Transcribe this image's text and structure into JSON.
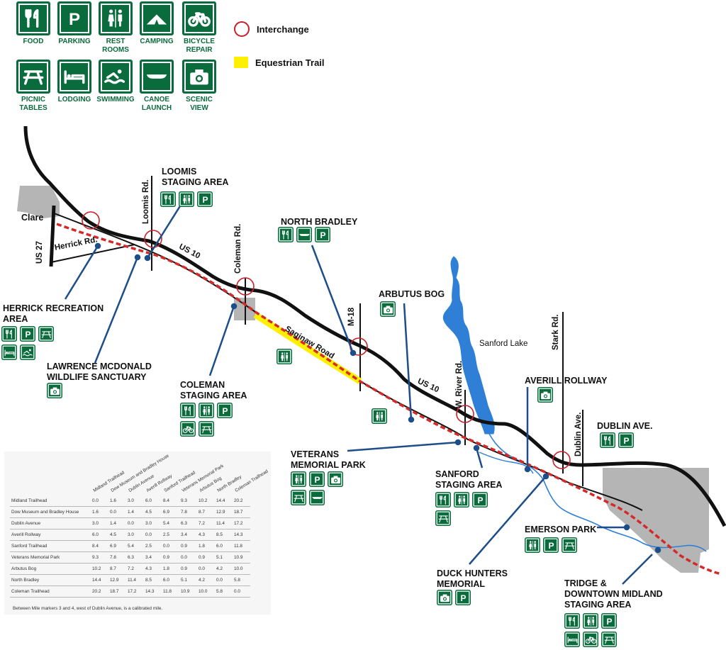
{
  "legend": {
    "items": [
      {
        "icon": "food-icon",
        "label": [
          "FOOD"
        ]
      },
      {
        "icon": "parking-icon",
        "label": [
          "PARKING"
        ]
      },
      {
        "icon": "restrooms-icon",
        "label": [
          "REST",
          "ROOMS"
        ]
      },
      {
        "icon": "camping-icon",
        "label": [
          "CAMPING"
        ]
      },
      {
        "icon": "bicycle-repair-icon",
        "label": [
          "BICYCLE",
          "REPAIR"
        ]
      },
      {
        "icon": "picnic-tables-icon",
        "label": [
          "PICNIC",
          "TABLES"
        ]
      },
      {
        "icon": "lodging-icon",
        "label": [
          "LODGING"
        ]
      },
      {
        "icon": "swimming-icon",
        "label": [
          "SWIMMING"
        ]
      },
      {
        "icon": "canoe-launch-icon",
        "label": [
          "CANOE",
          "LAUNCH"
        ]
      },
      {
        "icon": "scenic-view-icon",
        "label": [
          "SCENIC",
          "VIEW"
        ]
      }
    ],
    "interchange": "Interchange",
    "equestrian": "Equestrian Trail"
  },
  "colors": {
    "sign_green": "#0a6b3c",
    "trail_red": "#d42a2a",
    "interchange_red": "#c8202a",
    "equestrian_yellow": "#ffef00",
    "water_blue": "#2f7fd6",
    "town_gray": "#b5b5b5"
  },
  "towns": {
    "clare": "Clare"
  },
  "roads": {
    "us27": "US 27",
    "herrick": "Herrick Rd.",
    "loomis": "Loomis Rd.",
    "us10_a": "US 10",
    "coleman": "Coleman Rd.",
    "saginaw": "Saginaw Road",
    "m18": "M-18",
    "us10_b": "US 10",
    "wriver": "W. River Rd.",
    "stark": "Stark Rd.",
    "dublin": "Dublin Ave.",
    "sanford_lake": "Sanford Lake"
  },
  "places": {
    "loomis": {
      "lines": [
        "LOOMIS",
        "STAGING AREA"
      ],
      "icons": [
        "food-icon",
        "restrooms-icon",
        "parking-icon"
      ]
    },
    "north_bradley": {
      "lines": [
        "NORTH BRADLEY"
      ],
      "icons": [
        "food-icon",
        "canoe-launch-icon",
        "parking-icon"
      ]
    },
    "arbutus": {
      "lines": [
        "ARBUTUS BOG"
      ],
      "icons": [
        "scenic-view-icon"
      ]
    },
    "herrick": {
      "lines": [
        "HERRICK RECREATION",
        "AREA"
      ],
      "icons": [
        "food-icon",
        "parking-icon",
        "picnic-tables-icon",
        "lodging-icon",
        "swimming-icon"
      ]
    },
    "mcdonald": {
      "lines": [
        "LAWRENCE MCDONALD",
        "WILDLIFE SANCTUARY"
      ],
      "icons": [
        "scenic-view-icon"
      ]
    },
    "coleman": {
      "lines": [
        "COLEMAN",
        "STAGING AREA"
      ],
      "icons": [
        "food-icon",
        "restrooms-icon",
        "parking-icon",
        "bicycle-repair-icon",
        "picnic-tables-icon"
      ]
    },
    "veterans": {
      "lines": [
        "VETERANS",
        "MEMORIAL PARK"
      ],
      "icons": [
        "restrooms-icon",
        "parking-icon",
        "scenic-view-icon",
        "picnic-tables-icon",
        "canoe-launch-icon"
      ]
    },
    "sanford": {
      "lines": [
        "SANFORD",
        "STAGING AREA"
      ],
      "icons": [
        "food-icon",
        "restrooms-icon",
        "parking-icon",
        "picnic-tables-icon"
      ]
    },
    "averill": {
      "lines": [
        "AVERILL ROLLWAY"
      ],
      "icons": [
        "scenic-view-icon"
      ]
    },
    "dublin": {
      "lines": [
        "DUBLIN AVE."
      ],
      "icons": [
        "food-icon",
        "parking-icon"
      ]
    },
    "emerson": {
      "lines": [
        "EMERSON PARK"
      ],
      "icons": [
        "restrooms-icon",
        "parking-icon",
        "picnic-tables-icon"
      ]
    },
    "duck": {
      "lines": [
        "DUCK HUNTERS",
        "MEMORIAL"
      ],
      "icons": [
        "scenic-view-icon",
        "parking-icon"
      ]
    },
    "tridge": {
      "lines": [
        "TRIDGE &",
        "DOWNTOWN MIDLAND",
        "STAGING AREA"
      ],
      "icons": [
        "food-icon",
        "restrooms-icon",
        "parking-icon",
        "lodging-icon",
        "bicycle-repair-icon",
        "picnic-tables-icon"
      ]
    },
    "saginaw_rest": {
      "icons": [
        "restrooms-icon"
      ]
    },
    "usten_rest": {
      "icons": [
        "restrooms-icon"
      ]
    }
  },
  "distance_table": {
    "columns": [
      "Midland Trailhead",
      "Dow Museum and Bradley House",
      "Dublin Avenue",
      "Averill Rollway",
      "Sanford Trailhead",
      "Veterans Memorial Park",
      "Arbutus Bog",
      "North Bradley",
      "Coleman Trailhead"
    ],
    "rows": [
      {
        "name": "Midland Trailhead",
        "values": [
          "0.0",
          "1.6",
          "3.0",
          "6.0",
          "8.4",
          "9.3",
          "10.2",
          "14.4",
          "20.2"
        ]
      },
      {
        "name": "Dow Museum and Bradley House",
        "values": [
          "1.6",
          "0.0",
          "1.4",
          "4.5",
          "6.9",
          "7.8",
          "8.7",
          "12.9",
          "18.7"
        ]
      },
      {
        "name": "Dublin Avenue",
        "values": [
          "3.0",
          "1.4",
          "0.0",
          "3.0",
          "5.4",
          "6.3",
          "7.2",
          "11.4",
          "17.2"
        ]
      },
      {
        "name": "Averill Rollway",
        "values": [
          "6.0",
          "4.5",
          "3.0",
          "0.0",
          "2.5",
          "3.4",
          "4.3",
          "8.5",
          "14.3"
        ]
      },
      {
        "name": "Sanford Trailhead",
        "values": [
          "8.4",
          "6.9",
          "5.4",
          "2.5",
          "0.0",
          "0.9",
          "1.8",
          "6.0",
          "11.8"
        ]
      },
      {
        "name": "Veterans Memorial Park",
        "values": [
          "9.3",
          "7.8",
          "6.3",
          "3.4",
          "0.9",
          "0.0",
          "0.9",
          "5.1",
          "10.9"
        ]
      },
      {
        "name": "Arbutus Bog",
        "values": [
          "10.2",
          "8.7",
          "7.2",
          "4.3",
          "1.8",
          "0.9",
          "0.0",
          "4.2",
          "10.0"
        ]
      },
      {
        "name": "North Bradley",
        "values": [
          "14.4",
          "12.9",
          "11.4",
          "8.5",
          "6.0",
          "5.1",
          "4.2",
          "0.0",
          "5.8"
        ]
      },
      {
        "name": "Coleman Trailhead",
        "values": [
          "20.2",
          "18.7",
          "17.2",
          "14.3",
          "11.8",
          "10.9",
          "10.0",
          "5.8",
          "0.0"
        ]
      }
    ],
    "note": "Between Mile markers 3 and 4, west of Dublin Avenue, is a calibrated mile."
  }
}
